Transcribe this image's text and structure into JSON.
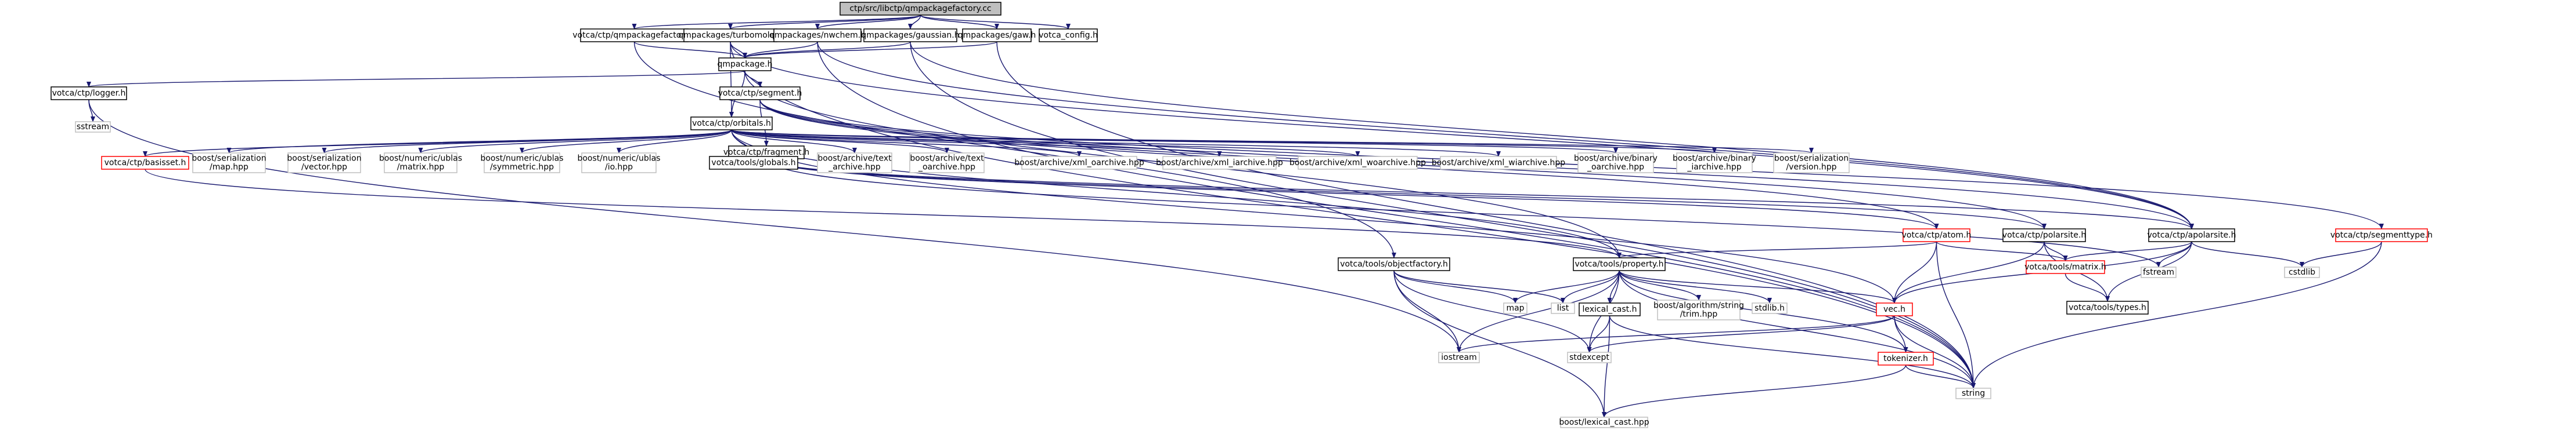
{
  "colors": {
    "root_fill": "#bfbfbf",
    "normal_border": "#000000",
    "normal_fill": "#ffffff",
    "missing_border": "#bfbfbf",
    "truncated_border": "#ff0000",
    "edge": "#191970",
    "text": "#000000"
  },
  "nodes": [
    {
      "id": "root",
      "label": "ctp/src/libctp/qmpackagefactory.cc",
      "style": "root"
    },
    {
      "id": "qmpf",
      "label": "votca/ctp/qmpackagefactory.h",
      "style": "normal"
    },
    {
      "id": "turbo",
      "label": "qmpackages/turbomole.h",
      "style": "normal"
    },
    {
      "id": "nwchem",
      "label": "qmpackages/nwchem.h",
      "style": "normal"
    },
    {
      "id": "gaussian",
      "label": "qmpackages/gaussian.h",
      "style": "normal"
    },
    {
      "id": "gaw",
      "label": "qmpackages/gaw.h",
      "style": "normal"
    },
    {
      "id": "config",
      "label": "votca_config.h",
      "style": "normal"
    },
    {
      "id": "qmpackage",
      "label": "qmpackage.h",
      "style": "normal"
    },
    {
      "id": "logger",
      "label": "votca/ctp/logger.h",
      "style": "normal"
    },
    {
      "id": "sstream",
      "label": "sstream",
      "style": "missing"
    },
    {
      "id": "segment",
      "label": "votca/ctp/segment.h",
      "style": "normal"
    },
    {
      "id": "orbitals",
      "label": "votca/ctp/orbitals.h",
      "style": "normal"
    },
    {
      "id": "fragment",
      "label": "votca/ctp/fragment.h",
      "style": "normal"
    },
    {
      "id": "basisset",
      "label": "votca/ctp/basisset.h",
      "style": "truncated"
    },
    {
      "id": "ser_map",
      "label": "boost/serialization\n/map.hpp",
      "style": "missing"
    },
    {
      "id": "ser_vec",
      "label": "boost/serialization\n/vector.hpp",
      "style": "missing"
    },
    {
      "id": "ublas_matrix",
      "label": "boost/numeric/ublas\n/matrix.hpp",
      "style": "missing"
    },
    {
      "id": "ublas_sym",
      "label": "boost/numeric/ublas\n/symmetric.hpp",
      "style": "missing"
    },
    {
      "id": "ublas_io",
      "label": "boost/numeric/ublas\n/io.hpp",
      "style": "missing"
    },
    {
      "id": "globals",
      "label": "votca/tools/globals.h",
      "style": "normal"
    },
    {
      "id": "text_ar",
      "label": "boost/archive/text\n_archive.hpp",
      "style": "missing"
    },
    {
      "id": "text_oar",
      "label": "boost/archive/text\n_oarchive.hpp",
      "style": "missing"
    },
    {
      "id": "xml_oar",
      "label": "boost/archive/xml_oarchive.hpp",
      "style": "missing"
    },
    {
      "id": "xml_iar",
      "label": "boost/archive/xml_iarchive.hpp",
      "style": "missing"
    },
    {
      "id": "xml_woar",
      "label": "boost/archive/xml_woarchive.hpp",
      "style": "missing"
    },
    {
      "id": "xml_wiar",
      "label": "boost/archive/xml_wiarchive.hpp",
      "style": "missing"
    },
    {
      "id": "bin_oar",
      "label": "boost/archive/binary\n_oarchive.hpp",
      "style": "missing"
    },
    {
      "id": "bin_iar",
      "label": "boost/archive/binary\n_iarchive.hpp",
      "style": "missing"
    },
    {
      "id": "ser_version",
      "label": "boost/serialization\n/version.hpp",
      "style": "missing"
    },
    {
      "id": "atom",
      "label": "votca/ctp/atom.h",
      "style": "truncated"
    },
    {
      "id": "polarseg",
      "label": "votca/ctp/polarsite.h",
      "style": "normal"
    },
    {
      "id": "apolarsite",
      "label": "votca/ctp/apolarsite.h",
      "style": "normal"
    },
    {
      "id": "segtype",
      "label": "votca/ctp/segmenttype.h",
      "style": "truncated"
    },
    {
      "id": "property",
      "label": "votca/tools/property.h",
      "style": "normal"
    },
    {
      "id": "objfactory",
      "label": "votca/tools/objectfactory.h",
      "style": "normal"
    },
    {
      "id": "matrix",
      "label": "votca/tools/matrix.h",
      "style": "truncated"
    },
    {
      "id": "fstream",
      "label": "fstream",
      "style": "missing"
    },
    {
      "id": "cstdlib",
      "label": "cstdlib",
      "style": "missing"
    },
    {
      "id": "types",
      "label": "votca/tools/types.h",
      "style": "normal"
    },
    {
      "id": "map",
      "label": "map",
      "style": "missing"
    },
    {
      "id": "list",
      "label": "list",
      "style": "missing"
    },
    {
      "id": "lexcast",
      "label": "lexical_cast.h",
      "style": "normal"
    },
    {
      "id": "algo",
      "label": "boost/algorithm/string\n/trim.hpp",
      "style": "missing"
    },
    {
      "id": "stdlib",
      "label": "stdlib.h",
      "style": "missing"
    },
    {
      "id": "vec",
      "label": "vec.h",
      "style": "truncated"
    },
    {
      "id": "iostream",
      "label": "iostream",
      "style": "missing"
    },
    {
      "id": "stdexcept",
      "label": "stdexcept",
      "style": "missing"
    },
    {
      "id": "tokenizer",
      "label": "tokenizer.h",
      "style": "truncated"
    },
    {
      "id": "string",
      "label": "string",
      "style": "missing"
    },
    {
      "id": "blexcast",
      "label": "boost/lexical_cast.hpp",
      "style": "missing"
    }
  ],
  "edges": [
    [
      "root",
      "qmpf"
    ],
    [
      "root",
      "turbo"
    ],
    [
      "root",
      "nwchem"
    ],
    [
      "root",
      "gaussian"
    ],
    [
      "root",
      "gaw"
    ],
    [
      "root",
      "config"
    ],
    [
      "qmpf",
      "qmpackage"
    ],
    [
      "qmpf",
      "objfactory"
    ],
    [
      "turbo",
      "qmpackage"
    ],
    [
      "turbo",
      "orbitals"
    ],
    [
      "turbo",
      "apolarsite"
    ],
    [
      "turbo",
      "string"
    ],
    [
      "nwchem",
      "qmpackage"
    ],
    [
      "nwchem",
      "apolarsite"
    ],
    [
      "nwchem",
      "string"
    ],
    [
      "gaussian",
      "qmpackage"
    ],
    [
      "gaussian",
      "apolarsite"
    ],
    [
      "gaussian",
      "string"
    ],
    [
      "gaw",
      "qmpackage"
    ],
    [
      "gaw",
      "string"
    ],
    [
      "qmpackage",
      "logger"
    ],
    [
      "qmpackage",
      "segment"
    ],
    [
      "qmpackage",
      "orbitals"
    ],
    [
      "qmpackage",
      "property"
    ],
    [
      "logger",
      "sstream"
    ],
    [
      "logger",
      "iostream"
    ],
    [
      "segment",
      "fragment"
    ],
    [
      "segment",
      "atom"
    ],
    [
      "segment",
      "polarseg"
    ],
    [
      "segment",
      "apolarsite"
    ],
    [
      "segment",
      "segtype"
    ],
    [
      "orbitals",
      "basisset"
    ],
    [
      "orbitals",
      "ser_map"
    ],
    [
      "orbitals",
      "ser_vec"
    ],
    [
      "orbitals",
      "ublas_matrix"
    ],
    [
      "orbitals",
      "ublas_sym"
    ],
    [
      "orbitals",
      "ublas_io"
    ],
    [
      "orbitals",
      "globals"
    ],
    [
      "orbitals",
      "text_ar"
    ],
    [
      "orbitals",
      "text_oar"
    ],
    [
      "orbitals",
      "xml_oar"
    ],
    [
      "orbitals",
      "xml_iar"
    ],
    [
      "orbitals",
      "xml_woar"
    ],
    [
      "orbitals",
      "xml_wiar"
    ],
    [
      "orbitals",
      "bin_oar"
    ],
    [
      "orbitals",
      "bin_iar"
    ],
    [
      "orbitals",
      "ser_version"
    ],
    [
      "orbitals",
      "property"
    ],
    [
      "orbitals",
      "vec"
    ],
    [
      "basisset",
      "property"
    ],
    [
      "fragment",
      "atom"
    ],
    [
      "fragment",
      "polarseg"
    ],
    [
      "fragment",
      "apolarsite"
    ],
    [
      "fragment",
      "fstream"
    ],
    [
      "atom",
      "property"
    ],
    [
      "atom",
      "matrix"
    ],
    [
      "atom",
      "vec"
    ],
    [
      "atom",
      "string"
    ],
    [
      "polarseg",
      "matrix"
    ],
    [
      "polarseg",
      "vec"
    ],
    [
      "polarseg",
      "types"
    ],
    [
      "apolarsite",
      "matrix"
    ],
    [
      "apolarsite",
      "vec"
    ],
    [
      "apolarsite",
      "types"
    ],
    [
      "apolarsite",
      "fstream"
    ],
    [
      "apolarsite",
      "cstdlib"
    ],
    [
      "segtype",
      "cstdlib"
    ],
    [
      "segtype",
      "string"
    ],
    [
      "matrix",
      "types"
    ],
    [
      "property",
      "map"
    ],
    [
      "property",
      "list"
    ],
    [
      "property",
      "lexcast"
    ],
    [
      "property",
      "algo"
    ],
    [
      "property",
      "stdlib"
    ],
    [
      "property",
      "vec"
    ],
    [
      "property",
      "iostream"
    ],
    [
      "property",
      "stdexcept"
    ],
    [
      "property",
      "tokenizer"
    ],
    [
      "property",
      "string"
    ],
    [
      "objfactory",
      "map"
    ],
    [
      "objfactory",
      "list"
    ],
    [
      "objfactory",
      "iostream"
    ],
    [
      "objfactory",
      "stdexcept"
    ],
    [
      "objfactory",
      "blexcast"
    ],
    [
      "lexcast",
      "stdexcept"
    ],
    [
      "lexcast",
      "blexcast"
    ],
    [
      "lexcast",
      "string"
    ],
    [
      "vec",
      "iostream"
    ],
    [
      "vec",
      "stdexcept"
    ],
    [
      "vec",
      "tokenizer"
    ],
    [
      "vec",
      "string"
    ],
    [
      "tokenizer",
      "blexcast"
    ],
    [
      "tokenizer",
      "string"
    ]
  ]
}
